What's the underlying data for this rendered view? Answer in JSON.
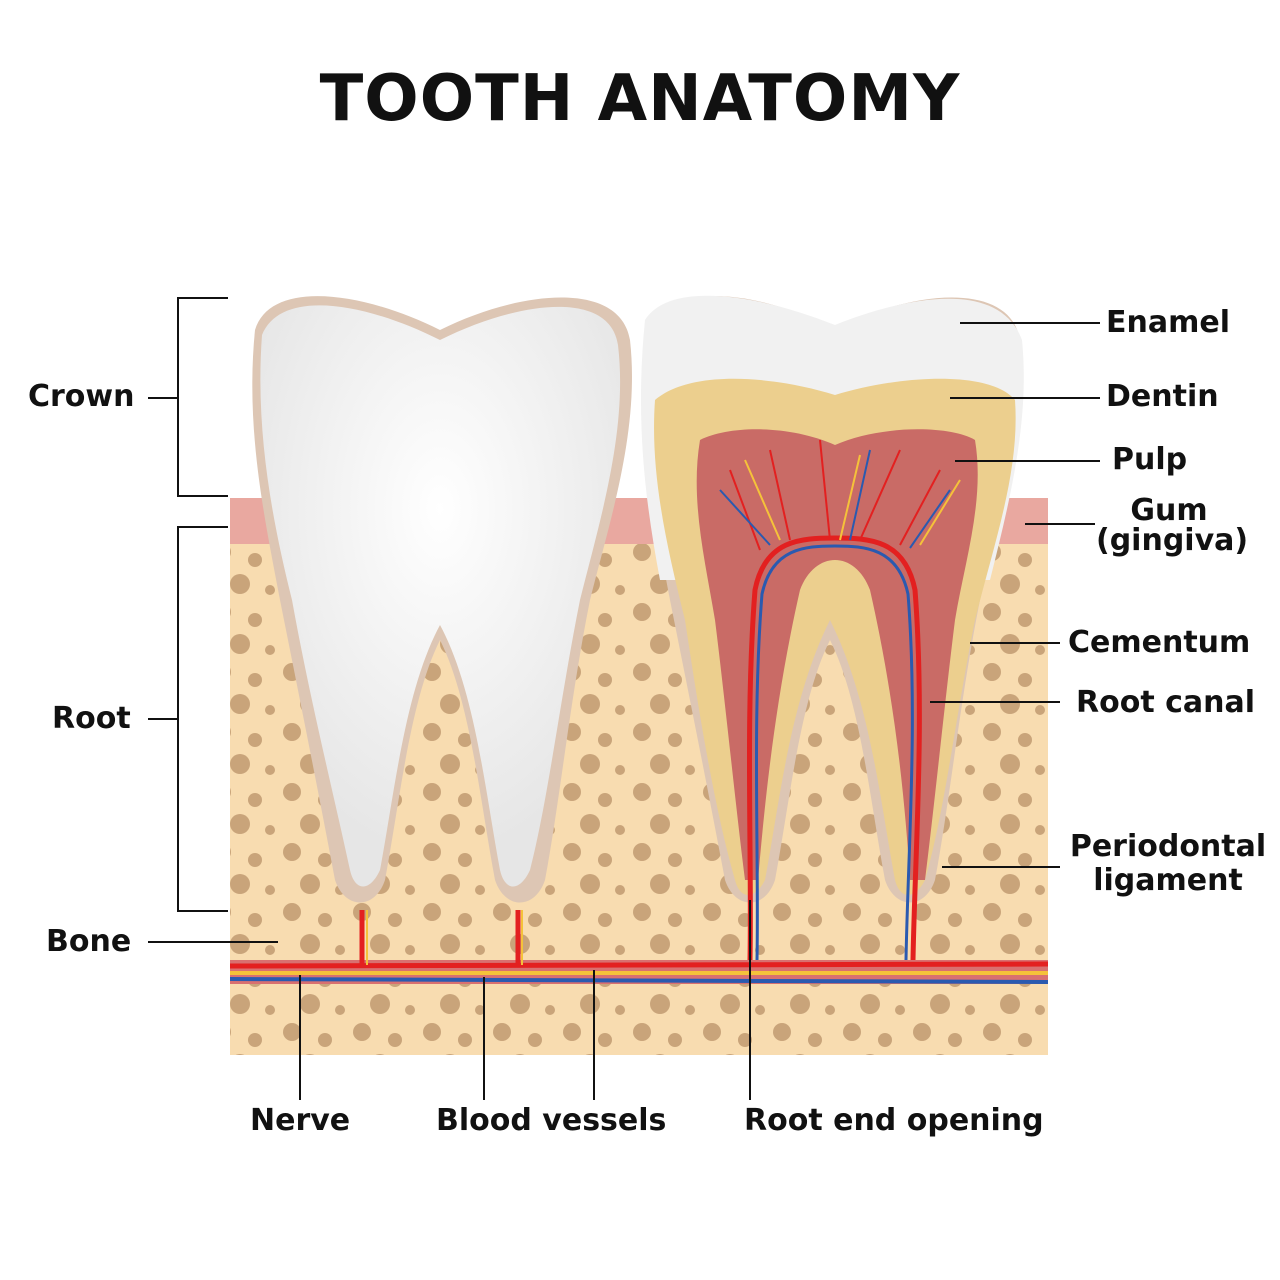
{
  "title": "TOOTH ANATOMY",
  "labels_left": {
    "crown": "Crown",
    "root": "Root",
    "bone": "Bone"
  },
  "labels_right": {
    "enamel": "Enamel",
    "dentin": "Dentin",
    "pulp": "Pulp",
    "gum": "Gum",
    "gum_sub": "(gingiva)",
    "cementum": "Cementum",
    "root_canal": "Root canal",
    "periodontal": "Periodontal",
    "periodontal_sub": "ligament"
  },
  "labels_bottom": {
    "nerve": "Nerve",
    "blood_vessels": "Blood vessels",
    "root_end": "Root end opening"
  },
  "colors": {
    "enamel": "#f1f1f1",
    "dentin": "#eccf8e",
    "pulp": "#c96b66",
    "gum": "#e9a8a0",
    "bone": "#f8dcb0",
    "bone_spot": "#c9a47a",
    "cementum": "#ddc6b4",
    "artery": "#e32020",
    "vein": "#2a5ab0",
    "nerve": "#f5c23a"
  }
}
